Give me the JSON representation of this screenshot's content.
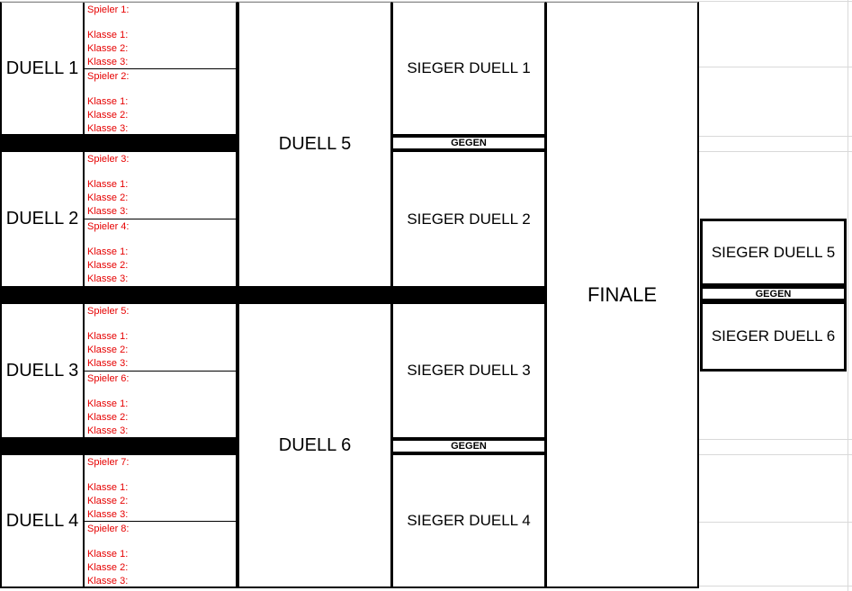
{
  "colors": {
    "red_label": "#e60000",
    "bar": "#000000",
    "gridline": "#d9d9d9"
  },
  "round1": {
    "duels": [
      {
        "label": "DUELL 1",
        "players": [
          {
            "name": "Spieler 1:",
            "klasse": [
              "Klasse 1:",
              "Klasse 2:",
              "Klasse 3:"
            ]
          },
          {
            "name": "Spieler 2:",
            "klasse": [
              "Klasse 1:",
              "Klasse 2:",
              "Klasse 3:"
            ]
          }
        ]
      },
      {
        "label": "DUELL 2",
        "players": [
          {
            "name": "Spieler 3:",
            "klasse": [
              "Klasse 1:",
              "Klasse 2:",
              "Klasse 3:"
            ]
          },
          {
            "name": "Spieler 4:",
            "klasse": [
              "Klasse 1:",
              "Klasse 2:",
              "Klasse 3:"
            ]
          }
        ]
      },
      {
        "label": "DUELL 3",
        "players": [
          {
            "name": "Spieler 5:",
            "klasse": [
              "Klasse 1:",
              "Klasse 2:",
              "Klasse 3:"
            ]
          },
          {
            "name": "Spieler 6:",
            "klasse": [
              "Klasse 1:",
              "Klasse 2:",
              "Klasse 3:"
            ]
          }
        ]
      },
      {
        "label": "DUELL 4",
        "players": [
          {
            "name": "Spieler 7:",
            "klasse": [
              "Klasse 1:",
              "Klasse 2:",
              "Klasse 3:"
            ]
          },
          {
            "name": "Spieler 8:",
            "klasse": [
              "Klasse 1:",
              "Klasse 2:",
              "Klasse 3:"
            ]
          }
        ]
      }
    ]
  },
  "round2": {
    "duels": [
      {
        "label": "DUELL 5"
      },
      {
        "label": "DUELL 6"
      }
    ],
    "winners": [
      "SIEGER DUELL 1",
      "SIEGER DUELL 2",
      "SIEGER DUELL 3",
      "SIEGER DUELL 4"
    ],
    "gegen": "GEGEN"
  },
  "finale": {
    "label": "FINALE",
    "finalists": [
      "SIEGER DUELL 5",
      "SIEGER DUELL 6"
    ],
    "gegen": "GEGEN"
  }
}
